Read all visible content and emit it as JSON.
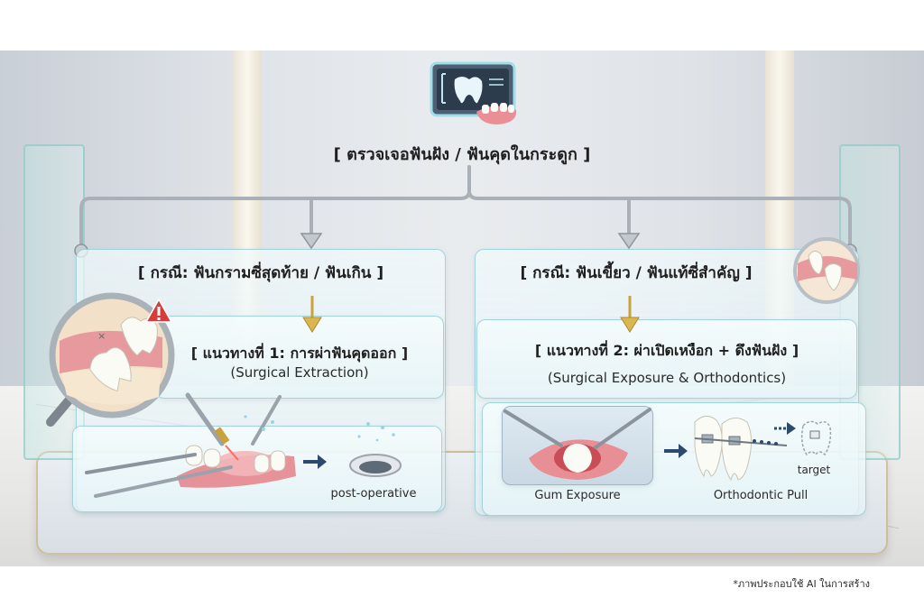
{
  "header": {
    "title": "[ ตรวจเจอฟันฝัง / ฟันคุดในกระดูก ]",
    "icon": "xray-tooth-icon"
  },
  "branches": [
    {
      "case_title": "[ กรณี: ฟันกรามซี่สุดท้าย / ฟันเกิน ]",
      "approach_title": "[ แนวทางที่ 1: การผ่าฟันคุดออก ]",
      "approach_subtitle": "(Surgical Extraction)",
      "step_caption": "post-operative",
      "icons": [
        "impacted-molar-magnifier-icon",
        "warning-icon",
        "surgical-tools-icon",
        "extraction-socket-icon"
      ]
    },
    {
      "case_title": "[ กรณี: ฟันเขี้ยว / ฟันแท้ซี่สำคัญ ]",
      "approach_title": "[ แนวทางที่ 2: ผ่าเปิดเหงือก + ดึงฟันฝัง ]",
      "approach_subtitle": "(Surgical Exposure & Orthodontics)",
      "step_captions": [
        "Gum Exposure",
        "Orthodontic Pull",
        "target"
      ],
      "icons": [
        "impacted-canine-icon",
        "gum-exposure-icon",
        "braces-teeth-icon",
        "target-tooth-icon"
      ]
    }
  ],
  "footer": {
    "disclaimer": "*ภาพประกอบใช้ AI ในการสร้าง"
  },
  "colors": {
    "arrow_gray": "#9aa1a8",
    "arrow_gold": "#c9a23e",
    "arrow_navy": "#2c4a6e",
    "warning_red": "#d93a3a",
    "gum_pink": "#e88f95"
  }
}
